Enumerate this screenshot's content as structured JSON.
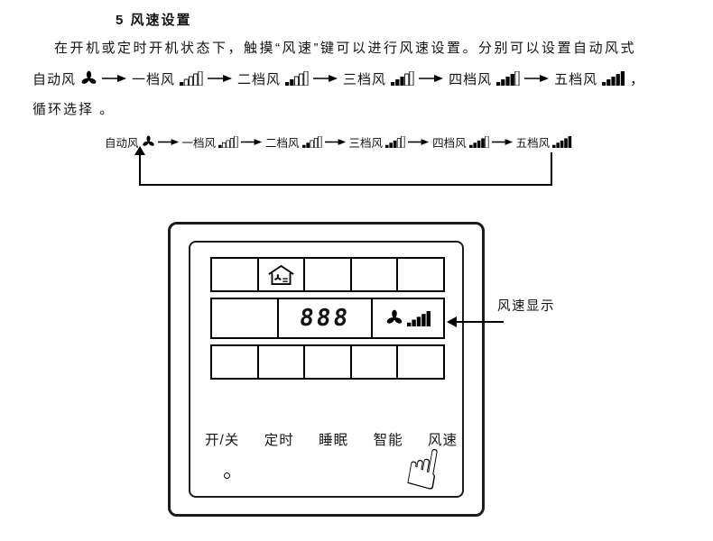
{
  "title": "5 风速设置",
  "intro": "在开机或定时开机状态下，触摸“风速”键可以进行风速设置。分别可以设置自动风式",
  "sequence_tail": "，",
  "outro": "循环选择 。",
  "fan_modes": [
    {
      "label": "自动风",
      "level": 0
    },
    {
      "label": "一档风",
      "level": 1
    },
    {
      "label": "二档风",
      "level": 2
    },
    {
      "label": "三档风",
      "level": 3
    },
    {
      "label": "四档风",
      "level": 4
    },
    {
      "label": "五档风",
      "level": 5
    }
  ],
  "panel": {
    "display_value": "888",
    "display_fan_level": 5,
    "buttons": [
      "开/关",
      "定时",
      "睡眠",
      "智能",
      "风速"
    ],
    "annotation_label": "风速显示"
  }
}
